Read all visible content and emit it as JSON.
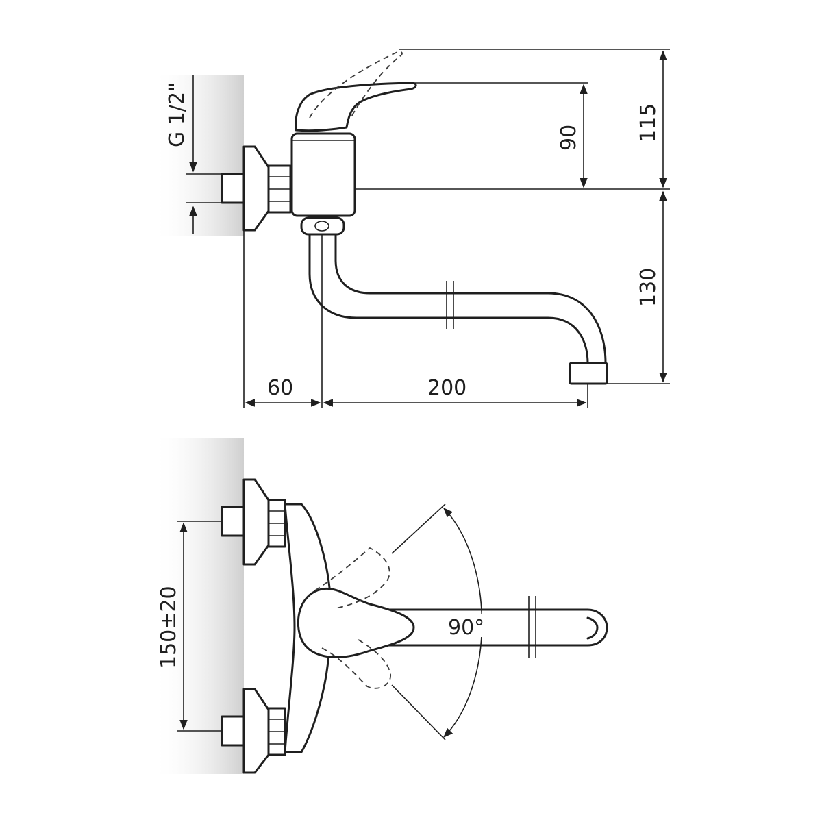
{
  "colors": {
    "line": "#1f1f1f",
    "wall_shade": "#cfcfcf",
    "background": "#ffffff"
  },
  "dimensions": {
    "connection_thread": "G 1/2\"",
    "lever_height": "90",
    "overall_height": "115",
    "spout_height": "130",
    "wall_to_spout_axis": "60",
    "spout_reach": "200",
    "inlet_spacing": "150±20",
    "lever_rotation": "90°"
  }
}
